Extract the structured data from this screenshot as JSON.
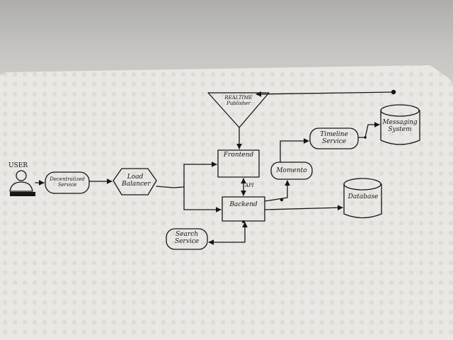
{
  "diagram": {
    "nodes": {
      "user": "USER",
      "decentralized_service": "Decentralized Service",
      "load_balancer": "Load Balancer",
      "realtime_publisher": "REALTIME Publisher",
      "frontend": "Frontend",
      "backend": "Backend",
      "api": "API",
      "momento": "Momento",
      "timeline_service": "Timeline Service",
      "messaging_system": "Messaging System",
      "database": "Database",
      "search_service": "Search Service"
    },
    "edges": [
      {
        "from": "user",
        "to": "decentralized_service"
      },
      {
        "from": "decentralized_service",
        "to": "load_balancer"
      },
      {
        "from": "load_balancer",
        "to": "frontend"
      },
      {
        "from": "load_balancer",
        "to": "backend"
      },
      {
        "from": "realtime_publisher",
        "to": "frontend"
      },
      {
        "from": "frontend",
        "to": "backend",
        "label": "API"
      },
      {
        "from": "backend",
        "to": "momento"
      },
      {
        "from": "momento",
        "to": "timeline_service"
      },
      {
        "from": "timeline_service",
        "to": "messaging_system"
      },
      {
        "from": "messaging_system",
        "to": "realtime_publisher"
      },
      {
        "from": "backend",
        "to": "database"
      },
      {
        "from": "search_service",
        "to": "backend"
      }
    ]
  },
  "colors": {
    "ink": "#161616",
    "paper": "#e9e8e4",
    "background": "#b9b8b3"
  }
}
